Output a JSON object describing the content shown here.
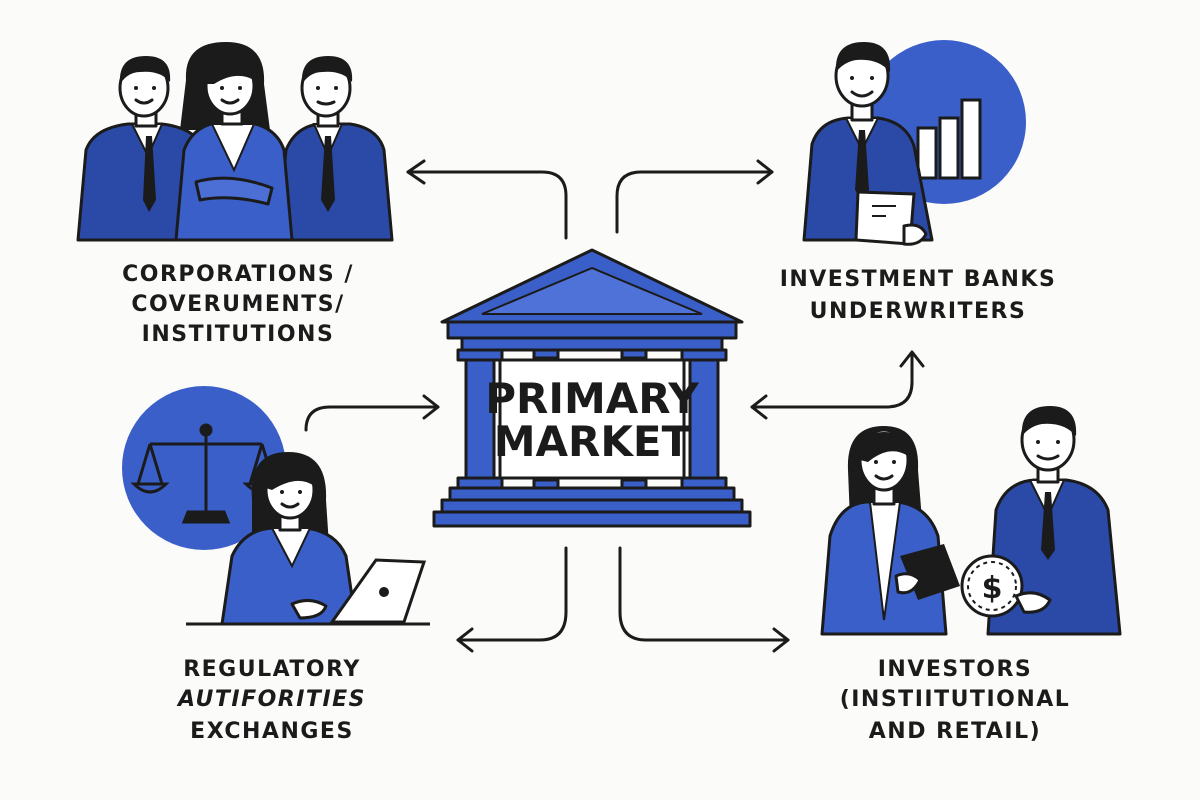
{
  "center": {
    "line1": "PRIMARY",
    "line2": "MARKET"
  },
  "nodes": {
    "issuers": {
      "lines": [
        "CORPORATIONS /",
        "COVERUMENTS/",
        "INSTITUTIONS"
      ]
    },
    "banks": {
      "lines": [
        "INVESTMENT BANKS",
        "UNDERWRITERS"
      ]
    },
    "regulators": {
      "lines": [
        "REGULATORY",
        "AUTIFORITIES",
        "EXCHANGES"
      ]
    },
    "investors": {
      "lines": [
        "INVESTORS",
        "(INSTIITUTIONAL",
        "AND RETAIL)"
      ]
    }
  },
  "colors": {
    "accent": "#3a5fc8",
    "accent_dark": "#2b4aa8",
    "ink": "#1b1b1b",
    "background": "#fbfbf9"
  },
  "icons": [
    "business-people-icon",
    "banker-chart-icon",
    "bank-building-icon",
    "scales-of-justice-icon",
    "woman-laptop-icon",
    "investors-coin-icon"
  ]
}
